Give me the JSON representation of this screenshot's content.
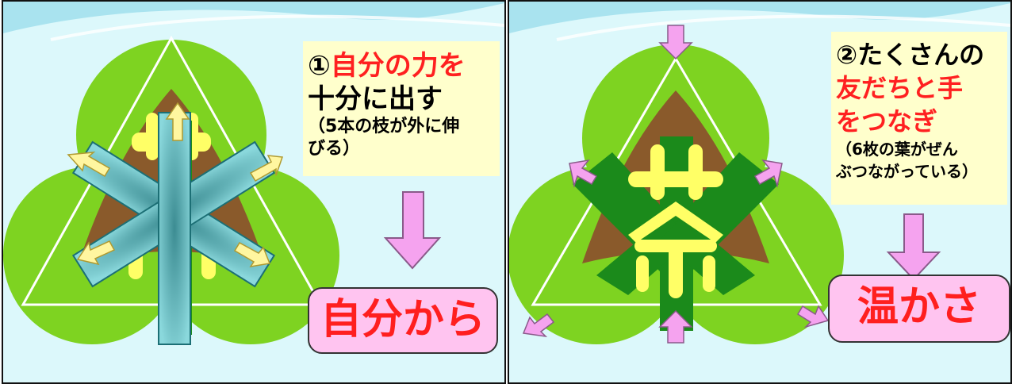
{
  "panel1": {
    "num": "①",
    "title_red": "自分の力を",
    "title_black": "十分に出す",
    "note_line1": "（5本の枝が外に伸",
    "note_line2": "びる）",
    "result": "自分から"
  },
  "panel2": {
    "line1": "②たくさんの",
    "line2": "友だちと手",
    "line3": "をつなぎ",
    "note_line1": "（6枚の葉がぜん",
    "note_line2": "ぶつながっている）",
    "result": "温かさ"
  },
  "emblem_char": "茶",
  "colors": {
    "sky": "#dcf8fb",
    "leaf": "#7ed321",
    "brown": "#8a5a2b",
    "dark_green": "#1b8a1b",
    "teal_branch": "#77c6cc",
    "yellow": "#ffff66",
    "pink": "#f5a3ef",
    "red_text": "#ff2020"
  }
}
